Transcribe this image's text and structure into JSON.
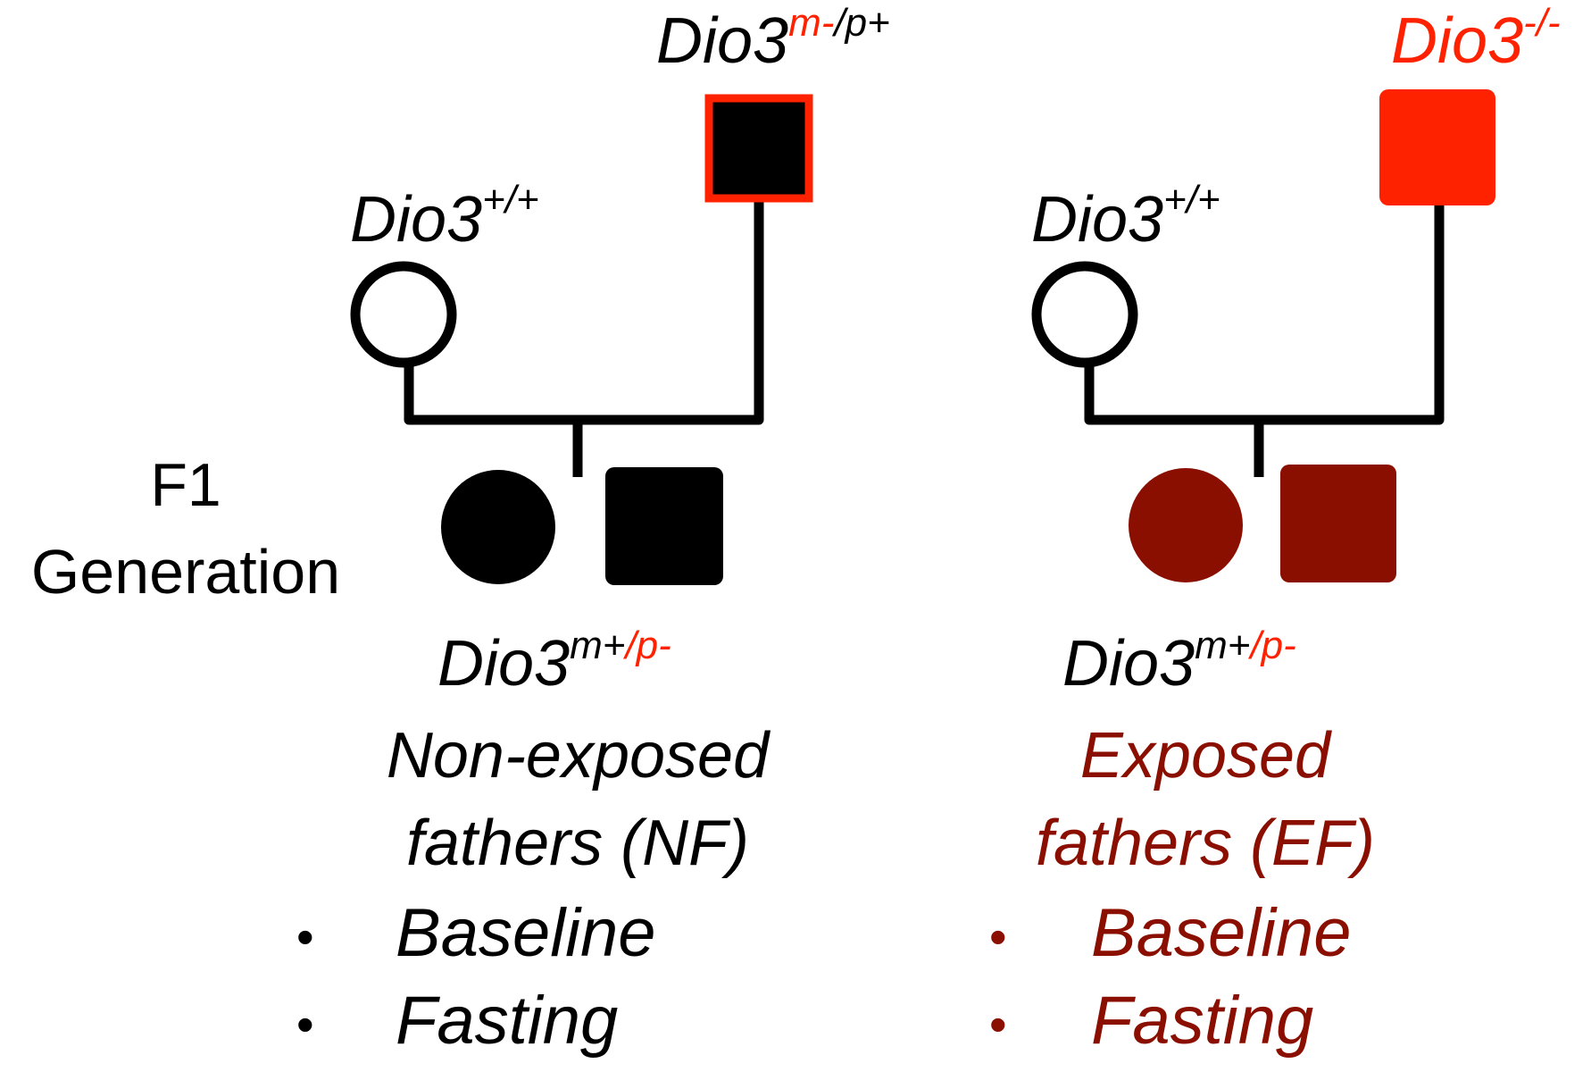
{
  "colors": {
    "black": "#000000",
    "exposed_red": "#ff2200",
    "dark_red": "#8b0f00",
    "white": "#ffffff"
  },
  "generation_label": {
    "line1": "F1",
    "line2": "Generation"
  },
  "left_panel": {
    "mother_genotype": {
      "base": "Dio3",
      "sup": "+/+"
    },
    "father_genotype": {
      "base": "Dio3",
      "sup1": "m-",
      "sup2": "/p+"
    },
    "offspring_genotype": {
      "base": "Dio3",
      "sup1": "m+",
      "sup2": "/p-"
    },
    "group_line1": "Non-exposed",
    "group_line2": "fathers (NF)",
    "conditions": [
      "Baseline",
      "Fasting"
    ]
  },
  "right_panel": {
    "mother_genotype": {
      "base": "Dio3",
      "sup": "+/+"
    },
    "father_genotype": {
      "base": "Dio3",
      "sup": "-/-"
    },
    "offspring_genotype": {
      "base": "Dio3",
      "sup1": "m+",
      "sup2": "/p-"
    },
    "group_line1": "Exposed",
    "group_line2": "fathers (EF)",
    "conditions": [
      "Baseline",
      "Fasting"
    ]
  },
  "bullet_glyph": "•"
}
